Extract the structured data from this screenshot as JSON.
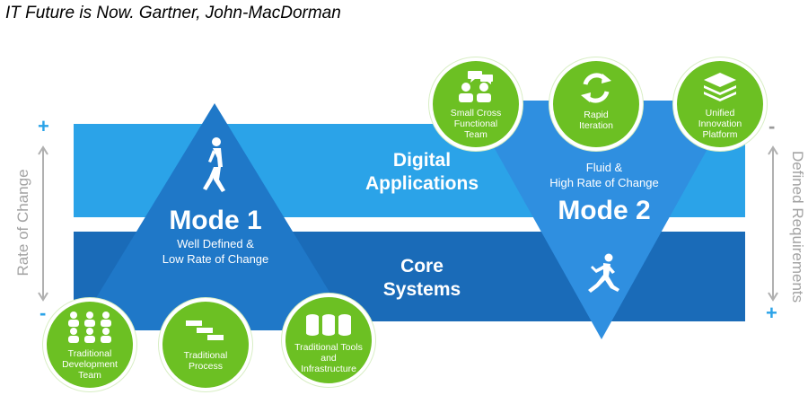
{
  "title": "IT Future is Now. Gartner, John-MacDorman",
  "left_axis": {
    "label": "Rate of Change",
    "top_sign": "+",
    "bottom_sign": "-"
  },
  "right_axis": {
    "label": "Defined Requirements",
    "top_sign": "-",
    "bottom_sign": "+"
  },
  "bands": {
    "top": {
      "line1": "Digital",
      "line2": "Applications"
    },
    "bottom": {
      "line1": "Core",
      "line2": "Systems"
    }
  },
  "mode1": {
    "title": "Mode 1",
    "line1": "Well Defined &",
    "line2": "Low Rate of Change",
    "icon": "walking-person-icon",
    "circles": [
      {
        "line1": "Traditional",
        "line2": "Development",
        "line3": "Team",
        "icon": "people-group-icon"
      },
      {
        "line1": "Traditional",
        "line2": "Process",
        "line3": "",
        "icon": "process-steps-icon"
      },
      {
        "line1": "Traditional Tools",
        "line2": "and",
        "line3": "Infrastructure",
        "icon": "database-icon"
      }
    ]
  },
  "mode2": {
    "title": "Mode 2",
    "line1": "Fluid &",
    "line2": "High Rate of Change",
    "icon": "running-person-icon",
    "circles": [
      {
        "line1": "Small Cross",
        "line2": "Functional",
        "line3": "Team",
        "icon": "team-chat-icon"
      },
      {
        "line1": "Rapid",
        "line2": "Iteration",
        "line3": "",
        "icon": "refresh-cycle-icon"
      },
      {
        "line1": "Unified",
        "line2": "Innovation",
        "line3": "Platform",
        "icon": "layers-icon"
      }
    ]
  },
  "colors": {
    "light_blue": "#2ba3e8",
    "dark_blue": "#1a6bb8",
    "triangle_blue": "#1f78c8",
    "green": "#6cc023",
    "gray": "#a3a3a3"
  }
}
